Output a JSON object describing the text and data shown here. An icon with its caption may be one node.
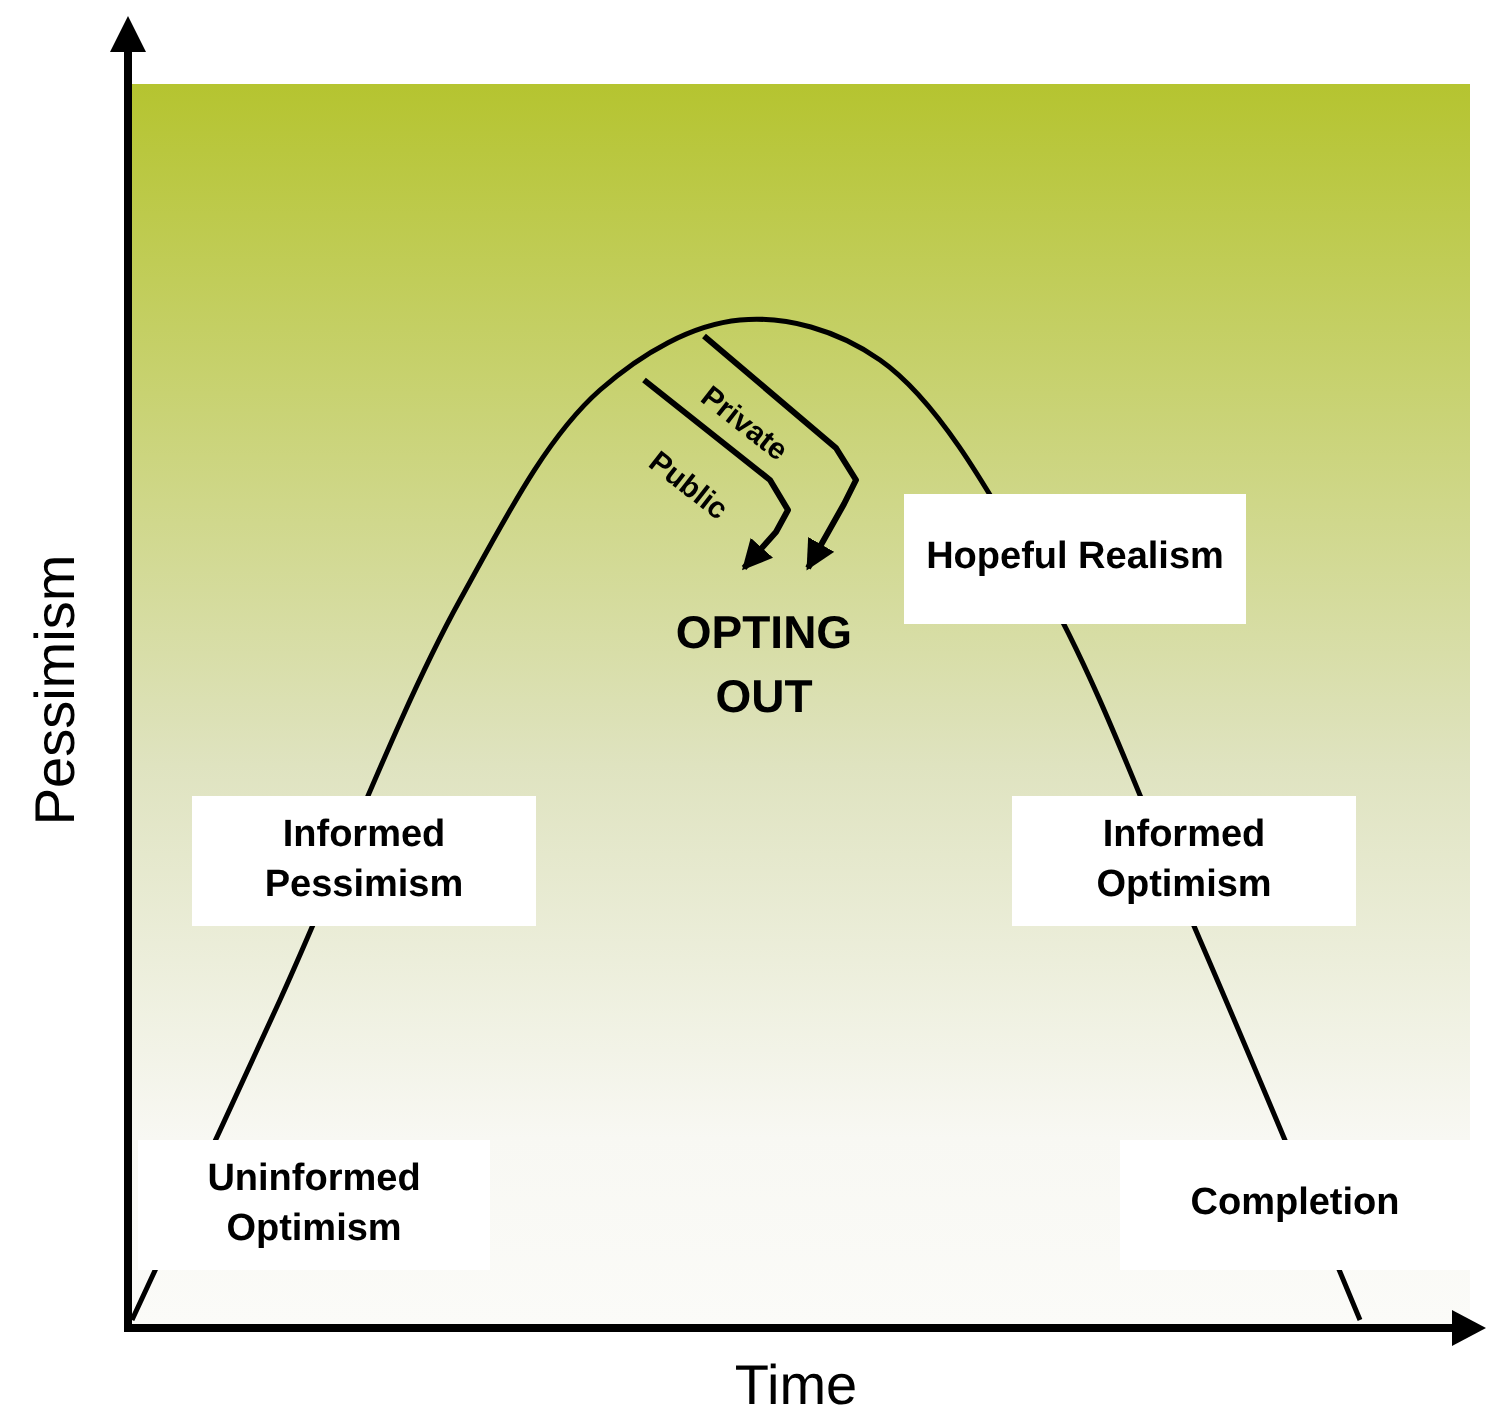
{
  "diagram": {
    "nodes": [
      {
        "text": [
          "Uninformed Optimism"
        ]
      },
      {
        "text": [
          "Informed Pessimism"
        ]
      },
      {
        "text": [
          "Hopeful Realism"
        ]
      },
      {
        "text": [
          "Informed Optimism"
        ]
      },
      {
        "text": [
          "Completion"
        ]
      },
      {
        "text": [
          "OPTING OUT"
        ]
      }
    ],
    "edges": [
      {
        "from": null,
        "to": 5,
        "arrow": "to",
        "label": "Private"
      },
      {
        "from": null,
        "to": 5,
        "arrow": "to",
        "label": "Public"
      }
    ],
    "labels": [
      "Pessimism",
      "Time"
    ]
  }
}
